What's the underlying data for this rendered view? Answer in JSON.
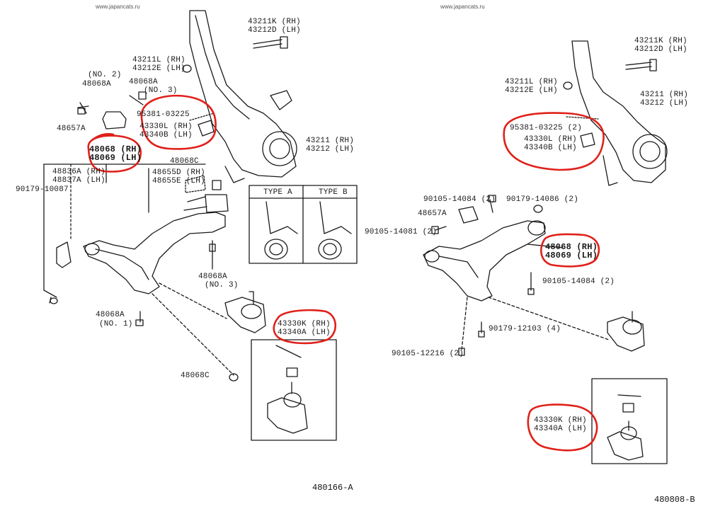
{
  "watermarks": [
    "www.japancats.ru",
    "www.japancats.ru"
  ],
  "left": {
    "labels": {
      "l_43211K": "43211K (RH)",
      "l_43212D": "43212D (LH)",
      "l_43211L": "43211L (RH)",
      "l_43212E": "43212E (LH)",
      "l_no2": "(NO. 2)",
      "l_48068A_top": "48068A",
      "l_48068A_mid": "48068A",
      "l_no3_top": "(NO. 3)",
      "l_48657A": "48657A",
      "l_95381": "95381-03225",
      "l_43330L": "43330L (RH)",
      "l_43340B": "43340B (LH)",
      "l_43211": "43211 (RH)",
      "l_43212": "43212 (LH)",
      "l_48068": "48068 (RH)",
      "l_48069": "48069 (LH)",
      "l_48068C_top": "48068C",
      "l_48836A": "48836A (RH)",
      "l_48837A": "48837A (LH)",
      "l_48655D": "48655D (RH)",
      "l_48655E": "48655E (LH)",
      "l_90179": "90179-10087",
      "l_typeA": "TYPE A",
      "l_typeB": "TYPE B",
      "l_48068A_no3": "48068A",
      "l_no3_b": "(NO. 3)",
      "l_48068A_no1": "48068A",
      "l_no1": "(NO. 1)",
      "l_43330K": "43330K (RH)",
      "l_43340A": "43340A (LH)",
      "l_48068C_bot": "48068C"
    },
    "figure_id": "480166-A"
  },
  "right": {
    "labels": {
      "r_43211K": "43211K (RH)",
      "r_43212D": "43212D (LH)",
      "r_43211L": "43211L (RH)",
      "r_43212E": "43212E (LH)",
      "r_43211": "43211 (RH)",
      "r_43212": "43212 (LH)",
      "r_95381": "95381-03225 (2)",
      "r_43330L": "43330L (RH)",
      "r_43340B": "43340B (LH)",
      "r_90105a": "90105-14084 (2)",
      "r_90179a": "90179-14086 (2)",
      "r_48657A": "48657A",
      "r_90105b": "90105-14081 (2)",
      "r_48068": "48068 (RH)",
      "r_48069": "48069 (LH)",
      "r_90105c": "90105-14084 (2)",
      "r_90179b": "90179-12103 (4)",
      "r_90105d": "90105-12216 (2)",
      "r_43330K": "43330K (RH)",
      "r_43340A": "43340A (LH)"
    },
    "figure_id": "480808-B"
  },
  "highlight_color": "#e0201a"
}
